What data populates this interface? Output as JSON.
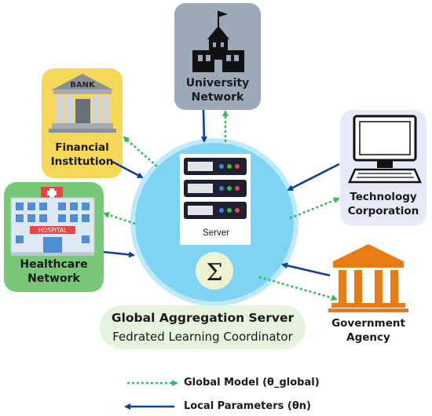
{
  "nodes": {
    "university": {
      "line1": "University",
      "line2": "Network"
    },
    "financial": {
      "line1": "Financial",
      "line2": "Institution"
    },
    "technology": {
      "line1": "Technology",
      "line2": "Corporation"
    },
    "healthcare": {
      "line1": "Healthcare",
      "line2": "Network"
    },
    "government": {
      "line1": "Government",
      "line2": "Agency"
    }
  },
  "bank_sign": "BANK",
  "hospital_sign": "HOSPITAL",
  "server_label": "Server",
  "sigma": "Σ",
  "caption": {
    "title": "Global Aggregation Server",
    "subtitle": "Fedrated Learning Coordinator"
  },
  "legend": {
    "global_model": "Global Model (θ_global)",
    "local_params": "Local Parameters (θn)"
  },
  "colors": {
    "global_arrow": "#2ebd58",
    "local_arrow": "#0d3f9c",
    "circle_fill": "#7fd4f3",
    "circle_stroke": "#bde9fa"
  }
}
